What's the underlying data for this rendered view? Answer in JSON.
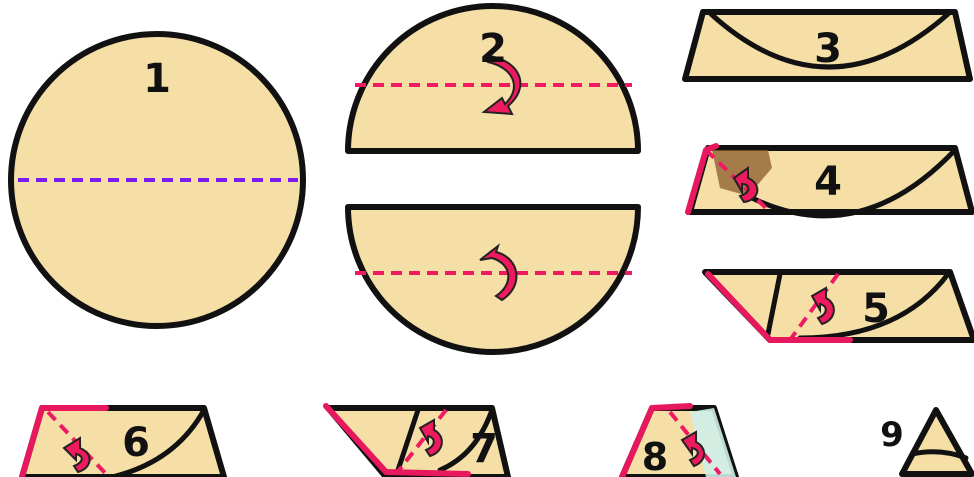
{
  "steps": [
    {
      "label": "1"
    },
    {
      "label": "2"
    },
    {
      "label": "3"
    },
    {
      "label": "4"
    },
    {
      "label": "5"
    },
    {
      "label": "6"
    },
    {
      "label": "7"
    },
    {
      "label": "8"
    },
    {
      "label": "9"
    }
  ],
  "colors": {
    "paper": "#f5dfa6",
    "outline": "#111111",
    "fold_line_pink": "#f01a63",
    "fold_line_purple": "#7a1bf2",
    "arrow": "#ee1a5e",
    "highlight_edge": "#e8185f"
  }
}
